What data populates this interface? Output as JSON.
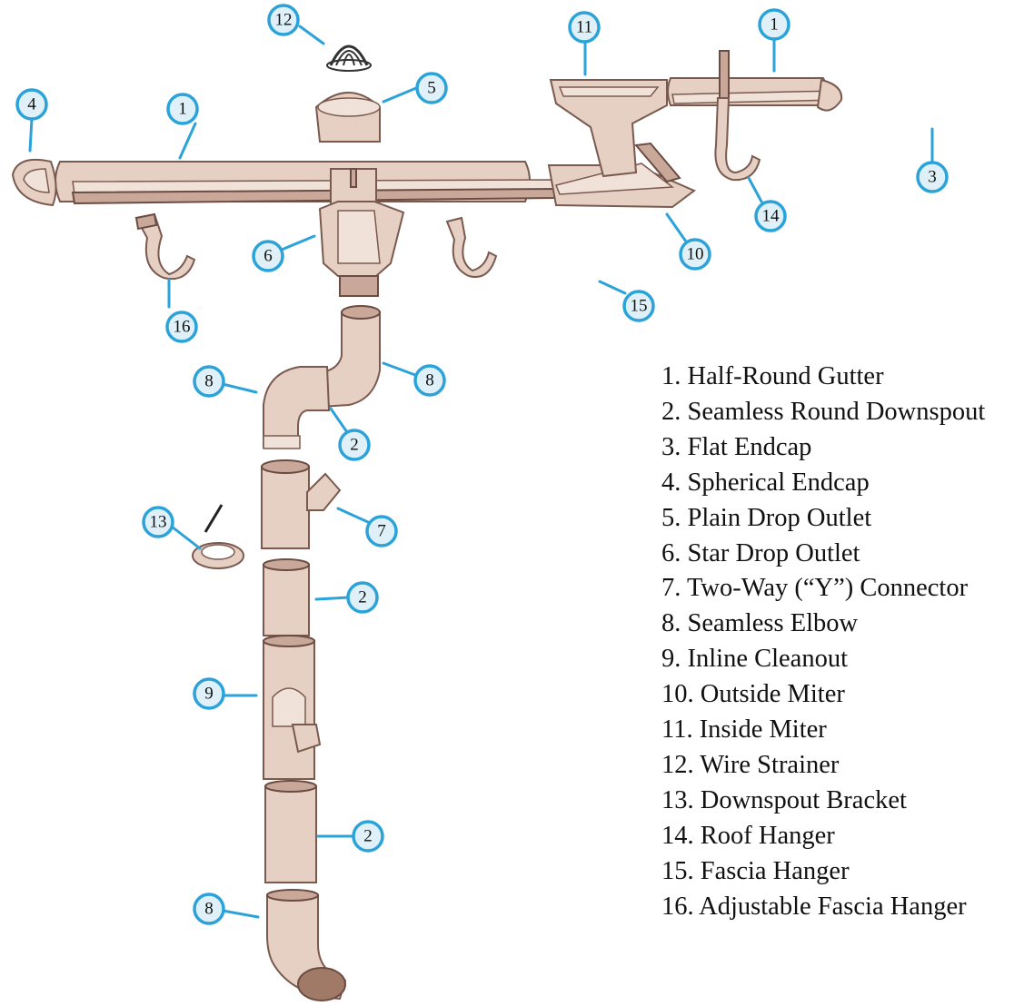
{
  "callouts": {
    "c1a": "1",
    "c1b": "1",
    "c3": "3",
    "c4": "4",
    "c5": "5",
    "c6": "6",
    "c7": "7",
    "c8a": "8",
    "c8b": "8",
    "c8c": "8",
    "c9": "9",
    "c10": "10",
    "c11": "11",
    "c12": "12",
    "c13": "13",
    "c14": "14",
    "c15": "15",
    "c16": "16",
    "c2a": "2",
    "c2b": "2",
    "c2c": "2"
  },
  "legend": {
    "items": [
      "1. Half-Round Gutter",
      "2. Seamless Round Downspout",
      "3. Flat Endcap",
      "4. Spherical Endcap",
      "5. Plain Drop Outlet",
      "6. Star Drop Outlet",
      "7. Two-Way (“Y”) Connector",
      "8. Seamless Elbow",
      "9. Inline Cleanout",
      "10. Outside Miter",
      "11. Inside Miter",
      "12. Wire Strainer",
      "13. Downspout Bracket",
      "14. Roof Hanger",
      "15. Fascia Hanger",
      "16. Adjustable Fascia Hanger"
    ]
  }
}
